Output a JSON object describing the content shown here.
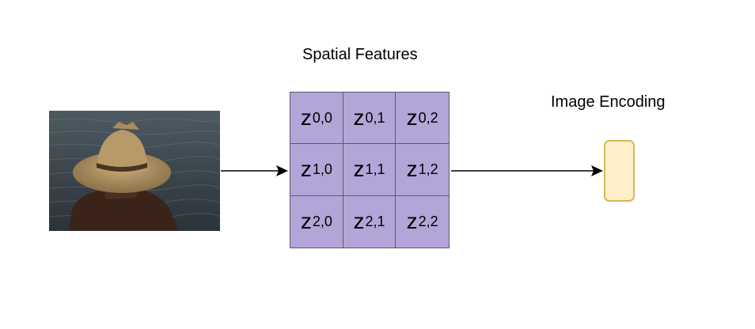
{
  "labels": {
    "spatial_features": "Spatial Features",
    "image_encoding": "Image Encoding"
  },
  "grid": {
    "symbol": "z",
    "cells": [
      [
        "0,0",
        "0,1",
        "0,2"
      ],
      [
        "1,0",
        "1,1",
        "1,2"
      ],
      [
        "2,0",
        "2,1",
        "2,2"
      ]
    ]
  },
  "colors": {
    "grid_fill": "#b3a5d8",
    "grid_border": "#5b5b66",
    "encoding_fill": "#fdf0c8",
    "encoding_border": "#d7b654",
    "arrow": "#000000"
  }
}
